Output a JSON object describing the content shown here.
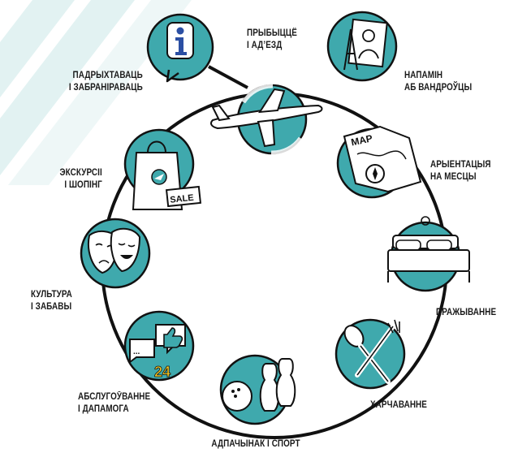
{
  "colors": {
    "teal": "#3fa9ad",
    "teal_dark": "#2b8a8f",
    "stripe": "#e2f2f2",
    "line": "#111111",
    "ink": "#1a1a1a"
  },
  "stages": [
    {
      "key": "prepare",
      "icon": "info-icon",
      "lines": [
        "ПАДРЫХТАВАЦЬ",
        "І ЗАБРАНІРАВАЦЬ"
      ]
    },
    {
      "key": "arrival",
      "icon": "airplane-icon",
      "lines": [
        "ПРЫБЫЦЦЁ",
        "І АД’ЕЗД"
      ]
    },
    {
      "key": "memory",
      "icon": "postcard-icon",
      "lines": [
        "НАПАМІН",
        "АБ ВАНДРОЎЦЫ"
      ]
    },
    {
      "key": "orient",
      "icon": "map-icon",
      "lines": [
        "АРЫЕНТАЦЫЯ",
        "НА МЕСЦЫ"
      ]
    },
    {
      "key": "stay",
      "icon": "bed-icon",
      "lines": [
        "ПРАЖЫВАННЕ"
      ]
    },
    {
      "key": "food",
      "icon": "spoon-fork-icon",
      "lines": [
        "ХАРЧАВАННЕ"
      ]
    },
    {
      "key": "sport",
      "icon": "bowling-icon",
      "lines": [
        "АДПАЧЫНАК І СПОРТ"
      ]
    },
    {
      "key": "service",
      "icon": "thumbs-up-24-icon",
      "lines": [
        "АБСЛУГОЎВАННЕ",
        "І ДАПАМОГА"
      ]
    },
    {
      "key": "culture",
      "icon": "theater-masks-icon",
      "lines": [
        "КУЛЬТУРА",
        "І ЗАБАВЫ"
      ]
    },
    {
      "key": "shopping",
      "icon": "shopping-bag-icon",
      "lines": [
        "ЭКСКУРСІІ",
        "І ШОПІНГ"
      ]
    }
  ],
  "icon_text": {
    "sale": "SALE",
    "map": "MAP",
    "hours": "24"
  }
}
